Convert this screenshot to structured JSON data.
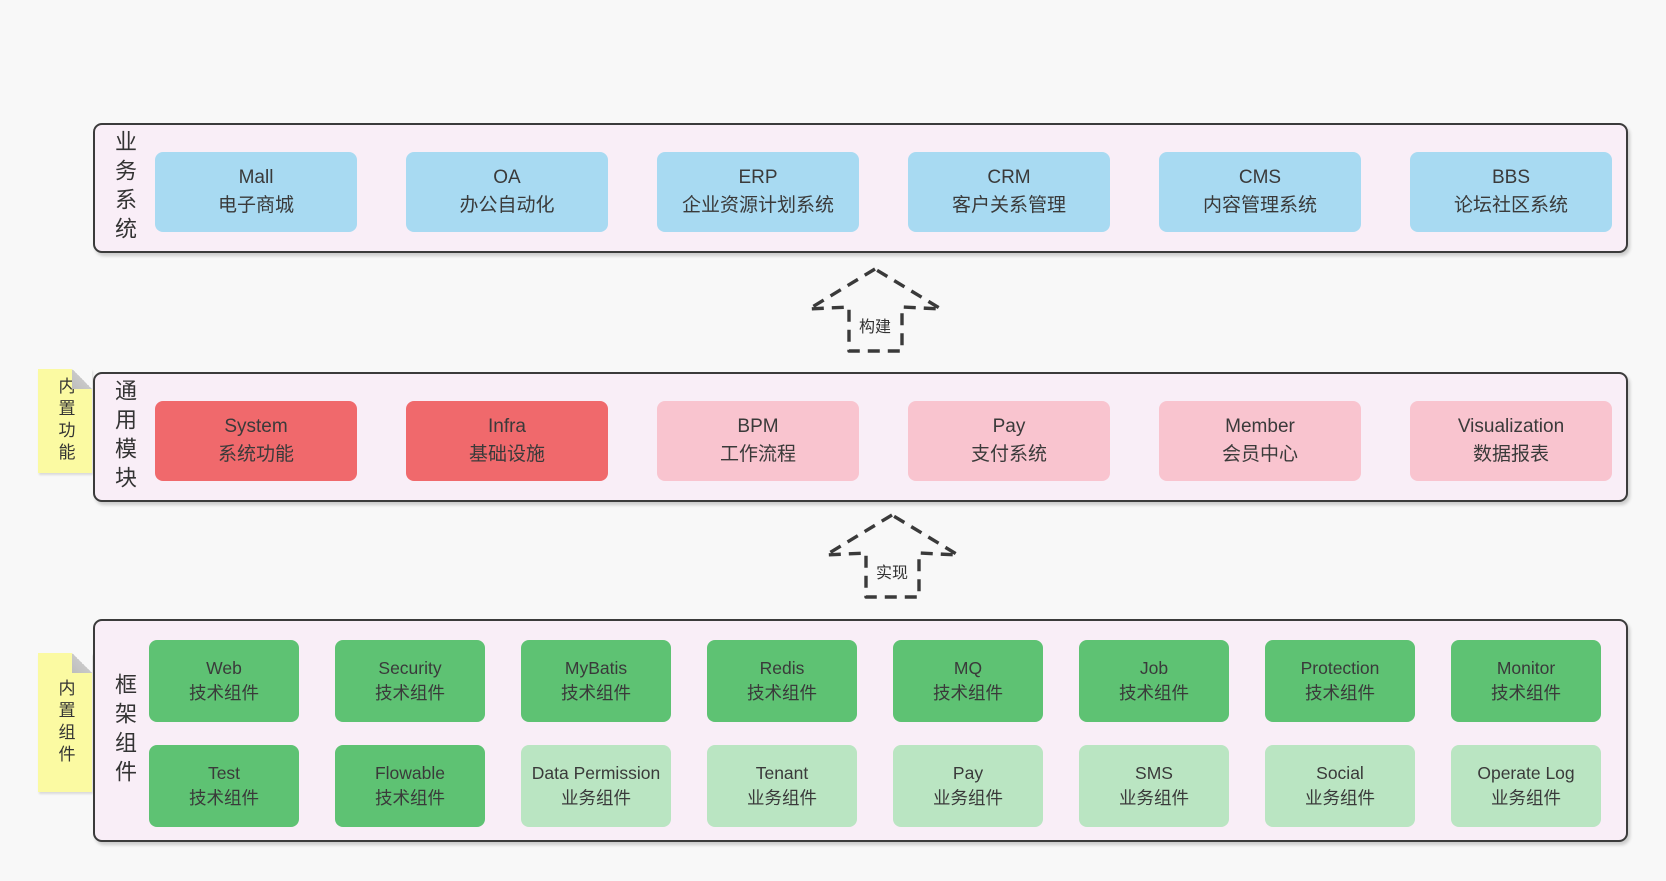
{
  "colors": {
    "page_bg": "#f8f8f8",
    "container_bg": "#f9eef7",
    "container_border": "#3b3b3b",
    "business_box": "#a8daf2",
    "core_module_box": "#f0696c",
    "optional_module_box": "#f9c4cf",
    "tech_component_box": "#5ec273",
    "biz_component_box": "#bae5c2",
    "sticky_note": "#fbfaa2",
    "text": "#3a3a3a"
  },
  "arrows": [
    {
      "label": "构建"
    },
    {
      "label": "实现"
    }
  ],
  "layers": {
    "business": {
      "label": "业务系统",
      "boxes": [
        {
          "title": "Mall",
          "subtitle": "电子商城"
        },
        {
          "title": "OA",
          "subtitle": "办公自动化"
        },
        {
          "title": "ERP",
          "subtitle": "企业资源计划系统"
        },
        {
          "title": "CRM",
          "subtitle": "客户关系管理"
        },
        {
          "title": "CMS",
          "subtitle": "内容管理系统"
        },
        {
          "title": "BBS",
          "subtitle": "论坛社区系统"
        }
      ]
    },
    "modules": {
      "label": "通用模块",
      "sticky": "内置功能",
      "boxes": [
        {
          "title": "System",
          "subtitle": "系统功能"
        },
        {
          "title": "Infra",
          "subtitle": "基础设施"
        },
        {
          "title": "BPM",
          "subtitle": "工作流程"
        },
        {
          "title": "Pay",
          "subtitle": "支付系统"
        },
        {
          "title": "Member",
          "subtitle": "会员中心"
        },
        {
          "title": "Visualization",
          "subtitle": "数据报表"
        }
      ]
    },
    "framework": {
      "label": "框架组件",
      "sticky": "内置组件",
      "row1": [
        {
          "title": "Web",
          "subtitle": "技术组件"
        },
        {
          "title": "Security",
          "subtitle": "技术组件"
        },
        {
          "title": "MyBatis",
          "subtitle": "技术组件"
        },
        {
          "title": "Redis",
          "subtitle": "技术组件"
        },
        {
          "title": "MQ",
          "subtitle": "技术组件"
        },
        {
          "title": "Job",
          "subtitle": "技术组件"
        },
        {
          "title": "Protection",
          "subtitle": "技术组件"
        },
        {
          "title": "Monitor",
          "subtitle": "技术组件"
        }
      ],
      "row2": [
        {
          "title": "Test",
          "subtitle": "技术组件"
        },
        {
          "title": "Flowable",
          "subtitle": "技术组件"
        },
        {
          "title": "Data Permission",
          "subtitle": "业务组件"
        },
        {
          "title": "Tenant",
          "subtitle": "业务组件"
        },
        {
          "title": "Pay",
          "subtitle": "业务组件"
        },
        {
          "title": "SMS",
          "subtitle": "业务组件"
        },
        {
          "title": "Social",
          "subtitle": "业务组件"
        },
        {
          "title": "Operate Log",
          "subtitle": "业务组件"
        }
      ]
    }
  }
}
